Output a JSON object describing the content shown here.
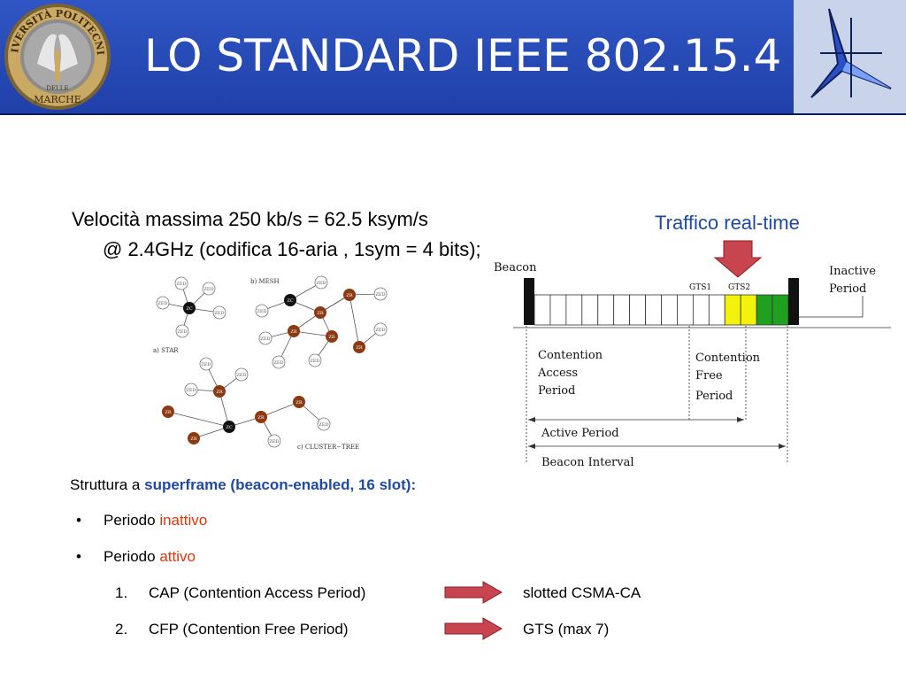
{
  "header": {
    "title": "LO STANDARD IEEE 802.15.4",
    "logo_left": {
      "ring_text": "UNIVERSITÀ POLITECNICA",
      "inner_text_top": "DELLE",
      "inner_text_bottom": "MARCHE"
    }
  },
  "content": {
    "speed_line1": "Velocità massima 250 kb/s = 62.5 ksym/s",
    "speed_line2": "@ 2.4GHz (codifica 16-aria , 1sym = 4 bits);",
    "traffic_label": "Traffico real-time",
    "structure_prefix": "Struttura a ",
    "structure_emphasis": "superframe (beacon-enabled, 16 slot):",
    "bullets": [
      {
        "marker": "•",
        "prefix": "Periodo ",
        "highlight": "inattivo"
      },
      {
        "marker": "•",
        "prefix": "Periodo ",
        "highlight": "attivo"
      }
    ],
    "numbered": [
      {
        "num": "1.",
        "text": "CAP (Contention Access Period)",
        "result": "slotted CSMA-CA"
      },
      {
        "num": "2.",
        "text": "CFP (Contention Free Period)",
        "result": "GTS (max 7)"
      }
    ]
  },
  "network": {
    "star_label": "a) STAR",
    "mesh_label": "b) MESH",
    "tree_label": "c) CLUSTER−TREE",
    "zed": "ZED",
    "zc": "ZC",
    "zr": "ZR"
  },
  "superframe": {
    "beacon": "Beacon",
    "inactive_line1": "Inactive",
    "inactive_line2": "Period",
    "gts1": "GTS1",
    "gts2": "GTS2",
    "cap_line1": "Contention",
    "cap_line2": "Access",
    "cap_line3": "Period",
    "cfp_line1": "Contention",
    "cfp_line2": "Free",
    "cfp_line3": "Period",
    "active_period": "Active Period",
    "beacon_interval": "Beacon Interval",
    "slot_count": 16,
    "gts_colors": [
      "#f2f20a",
      "#f2f20a",
      "#1fa01f",
      "#1fa01f"
    ]
  },
  "colors": {
    "header_blue": "#2545b5",
    "emphasis_blue": "#1f4aa3",
    "highlight_red": "#e2340a",
    "arrow_red": "#c8454f",
    "node_brown": "#8b3a12"
  }
}
